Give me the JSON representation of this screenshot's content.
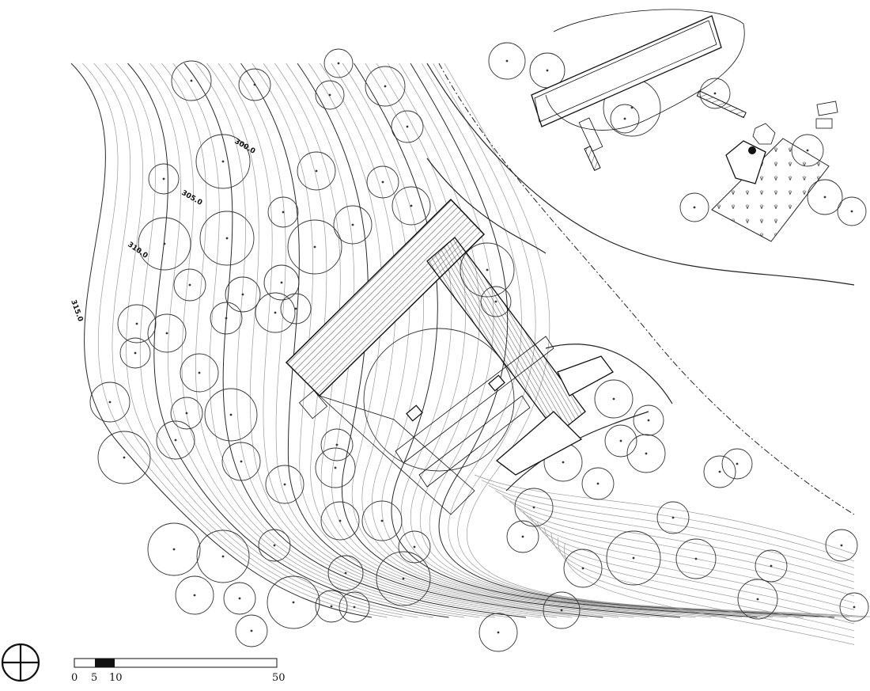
{
  "contour_labels": [
    {
      "id": "c300",
      "text": "300.0"
    },
    {
      "id": "c305",
      "text": "305.0"
    },
    {
      "id": "c310",
      "text": "310.0"
    },
    {
      "id": "c315",
      "text": "315.0"
    }
  ],
  "scale_bar": {
    "labels": [
      "0",
      "5",
      "10",
      "50"
    ]
  },
  "north_arrow": {
    "icon": "north-arrow-icon"
  }
}
